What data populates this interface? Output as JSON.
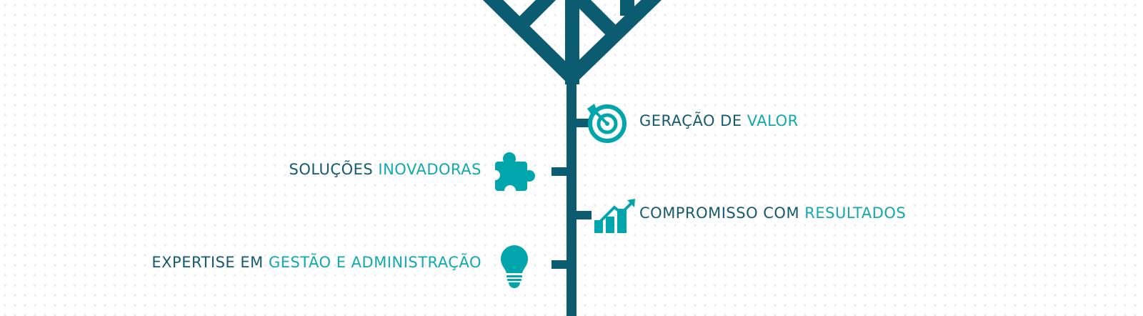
{
  "colors": {
    "trunk": "#0b5c71",
    "accent": "#00a6ab",
    "text_dark": "#165a6d"
  },
  "items": [
    {
      "text_dark": "GERAÇÃO DE",
      "text_accent": "VALOR",
      "icon": "target-icon",
      "side": "right"
    },
    {
      "text_dark": "SOLUÇÕES",
      "text_accent": "INOVADORAS",
      "icon": "puzzle-icon",
      "side": "left"
    },
    {
      "text_dark": "COMPROMISSO COM",
      "text_accent": "RESULTADOS",
      "icon": "growth-chart-icon",
      "side": "right"
    },
    {
      "text_dark": "EXPERTISE EM",
      "text_accent": "GESTÃO E ADMINISTRAÇÃO",
      "icon": "lightbulb-icon",
      "side": "left"
    }
  ]
}
